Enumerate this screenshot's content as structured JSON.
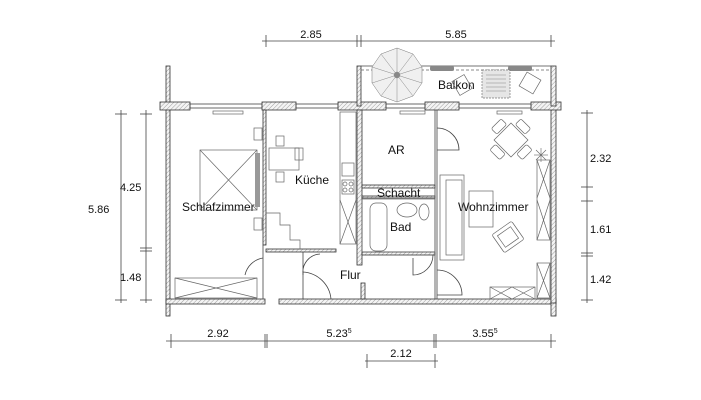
{
  "plan": {
    "rooms": {
      "schlafzimmer": "Schlafzimmer",
      "kueche": "Küche",
      "ar": "AR",
      "schacht": "Schacht",
      "bad": "Bad",
      "flur": "Flur",
      "wohnzimmer": "Wohnzimmer",
      "balkon": "Balkon"
    },
    "dimensions": {
      "top": [
        "2.85",
        "5.85"
      ],
      "left": [
        "5.86",
        "4.25",
        "1.48"
      ],
      "right": [
        "2.32",
        "1.61",
        "1.42"
      ],
      "bottom": [
        {
          "main": "2.92",
          "sup": ""
        },
        {
          "main": "5.23",
          "sup": "5"
        },
        {
          "main": "3.55",
          "sup": "5"
        }
      ],
      "bottom_sub": "2.12"
    }
  }
}
